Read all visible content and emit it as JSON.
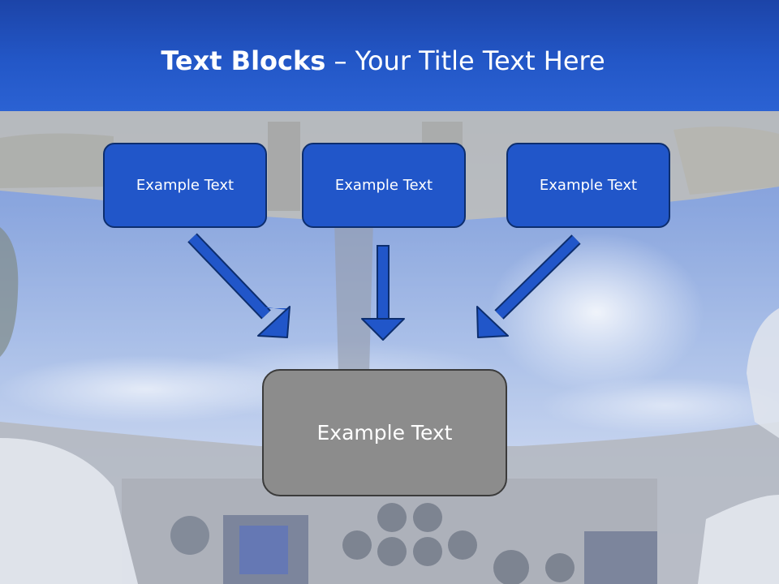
{
  "title": {
    "bold": "Text Blocks",
    "rest": " – Your Title Text Here"
  },
  "blocks": {
    "top_left": "Example Text",
    "top_center": "Example Text",
    "top_right": "Example Text",
    "bottom": "Example Text"
  },
  "colors": {
    "title_bar": "#2357c7",
    "block_fill": "#2156c9",
    "block_border": "#0d2e6e",
    "bottom_fill": "#8c8c8c",
    "arrow": "#2156c9"
  },
  "icons": {
    "arrows": [
      "arrow-down-right-icon",
      "arrow-down-icon",
      "arrow-down-left-icon"
    ]
  }
}
